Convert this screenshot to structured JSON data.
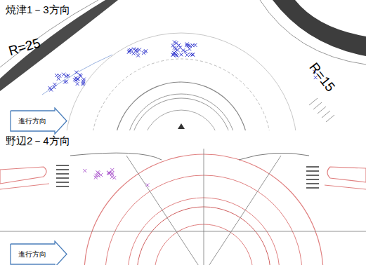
{
  "diagram": {
    "nodes": [
      {
        "text": [
          "進行方向"
        ]
      },
      {
        "text": [
          "進行方向"
        ]
      }
    ],
    "labels": [
      "焼津1－3方向",
      "R=25",
      "R=15",
      "野辺2－4方向"
    ]
  }
}
